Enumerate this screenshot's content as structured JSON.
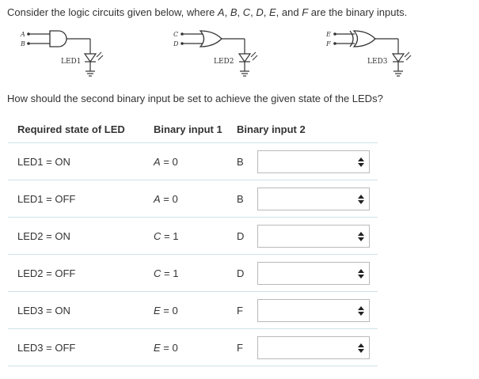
{
  "question": {
    "prefix": "Consider the logic circuits given below, where ",
    "var_a": "A",
    "var_b": "B",
    "var_c": "C",
    "var_d": "D",
    "var_e": "E",
    "var_f": "F",
    "and_word": "and",
    "suffix": "are the binary inputs."
  },
  "circuits": [
    {
      "in1": "A",
      "in2": "B",
      "led": "LED1",
      "gate": "AND"
    },
    {
      "in1": "C",
      "in2": "D",
      "led": "LED2",
      "gate": "OR"
    },
    {
      "in1": "E",
      "in2": "F",
      "led": "LED3",
      "gate": "XOR"
    }
  ],
  "question2": "How should the second binary input be set to achieve the given state of the LEDs?",
  "table": {
    "headers": [
      "Required state of LED",
      "Binary input 1",
      "Binary input 2"
    ],
    "rows": [
      {
        "state": "LED1 = ON",
        "input1_var": "A",
        "input1_eq": " = 0",
        "input2_var": "B",
        "select_value": ""
      },
      {
        "state": "LED1 = OFF",
        "input1_var": "A",
        "input1_eq": " = 0",
        "input2_var": "B",
        "select_value": ""
      },
      {
        "state": "LED2 = ON",
        "input1_var": "C",
        "input1_eq": " = 1",
        "input2_var": "D",
        "select_value": ""
      },
      {
        "state": "LED2 = OFF",
        "input1_var": "C",
        "input1_eq": " = 1",
        "input2_var": "D",
        "select_value": ""
      },
      {
        "state": "LED3 = ON",
        "input1_var": "E",
        "input1_eq": " = 0",
        "input2_var": "F",
        "select_value": ""
      },
      {
        "state": "LED3 = OFF",
        "input1_var": "E",
        "input1_eq": " = 0",
        "input2_var": "F",
        "select_value": ""
      }
    ]
  },
  "colors": {
    "text": "#333333",
    "row_border": "#cfe3e8",
    "select_border": "#b9b9b9"
  }
}
